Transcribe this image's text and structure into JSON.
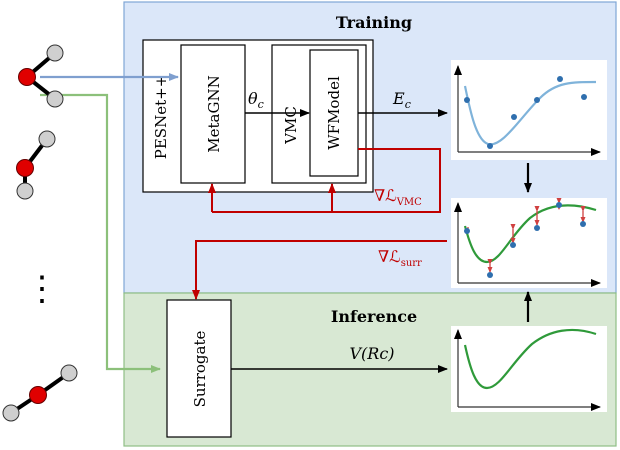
{
  "training": {
    "title": "Training"
  },
  "inference": {
    "title": "Inference"
  },
  "blocks": {
    "pesnet": "PESNet++",
    "metagnn": "MetaGNN",
    "vmc": "VMC",
    "wfmodel": "WFModel",
    "surrogate": "Surrogate"
  },
  "labels": {
    "theta_main": "θ",
    "theta_sub": "c",
    "e_main": "E",
    "e_sub": "c",
    "grad_vmc_main": "∇ℒ",
    "grad_vmc_sub": "VMC",
    "grad_surr_main": "∇ℒ",
    "grad_surr_sub": "surr",
    "v_output": "V(Rc)",
    "dots": "⋮"
  },
  "colors": {
    "training_bg": "#dbe7f9",
    "training_border": "#7fa6d6",
    "inference_bg": "#d8e8d3",
    "inference_border": "#8fbf86",
    "blue_arrow": "#7f9fcf",
    "green_arrow": "#8cc07a",
    "red_arrow": "#c00000",
    "plot_blue": "#7fb3da",
    "dot_blue": "#2f6fae",
    "plot_green": "#2f9a3a",
    "atom_red": "#e00000",
    "atom_gray": "#cfcfcf"
  }
}
